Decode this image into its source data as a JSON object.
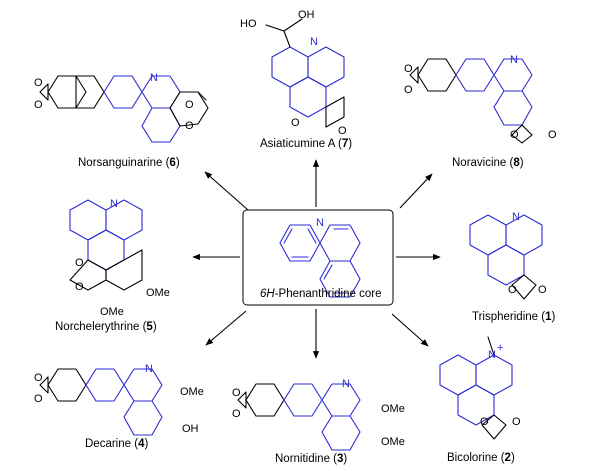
{
  "core": {
    "label_italic": "6H",
    "label_rest": "-Phenanthridine core",
    "atom": "N"
  },
  "compounds": [
    {
      "key": "norsanguinarine",
      "name": "Norsanguinarine",
      "number": "6"
    },
    {
      "key": "asiaticumine",
      "name": "Asiaticumine A",
      "number": "7",
      "substituents": [
        "HO",
        "OH"
      ]
    },
    {
      "key": "noravicine",
      "name": "Noravicine",
      "number": "8"
    },
    {
      "key": "norchelerythrine",
      "name": "Norchelerythrine",
      "number": "5",
      "substituents": [
        "OMe",
        "OMe"
      ]
    },
    {
      "key": "trispheridine",
      "name": "Trispheridine",
      "number": "1"
    },
    {
      "key": "decarine",
      "name": "Decarine",
      "number": "4",
      "substituents": [
        "OMe",
        "OH"
      ]
    },
    {
      "key": "nornitidine",
      "name": "Nornitidine",
      "number": "3",
      "substituents": [
        "OMe",
        "OMe"
      ]
    },
    {
      "key": "bicolorine",
      "name": "Bicolorine",
      "number": "2",
      "substituents": [
        "N",
        "+"
      ]
    }
  ],
  "ring_atom": "O",
  "colors": {
    "core": "#2b2bd4",
    "bonds": "#000000"
  }
}
